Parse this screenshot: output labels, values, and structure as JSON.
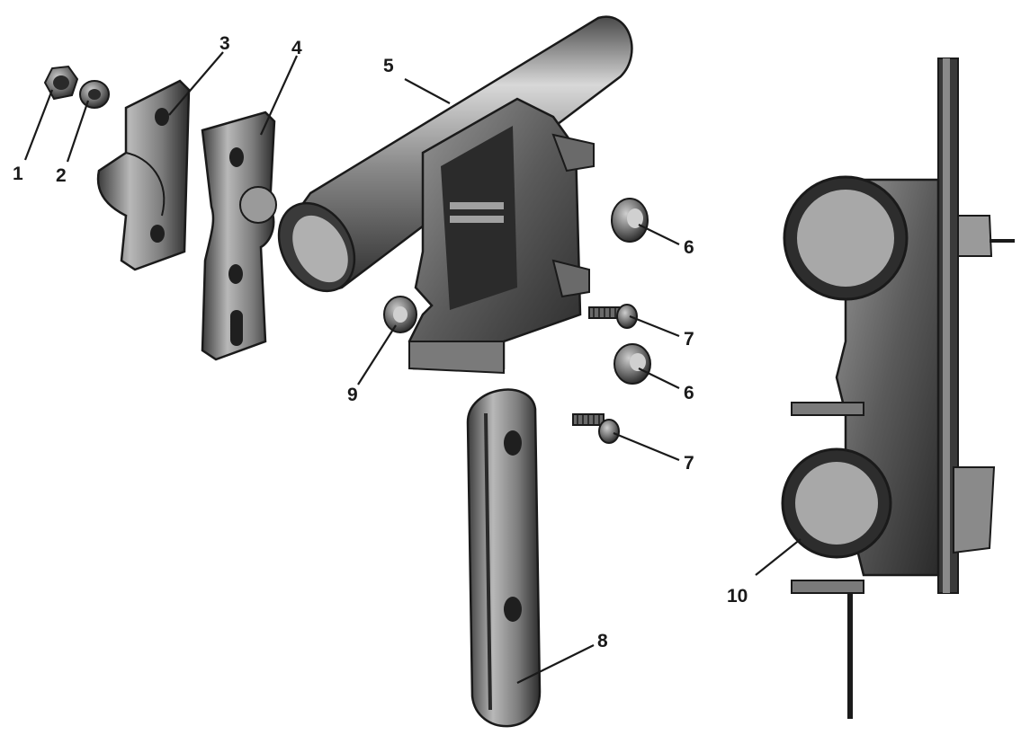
{
  "callouts": [
    {
      "id": "p1",
      "text": "1"
    },
    {
      "id": "p2",
      "text": "2"
    },
    {
      "id": "p3",
      "text": "3"
    },
    {
      "id": "p4",
      "text": "4"
    },
    {
      "id": "p5",
      "text": "5"
    },
    {
      "id": "p6a",
      "text": "6"
    },
    {
      "id": "p6b",
      "text": "6"
    },
    {
      "id": "p7a",
      "text": "7"
    },
    {
      "id": "p7b",
      "text": "7"
    },
    {
      "id": "p8",
      "text": "8"
    },
    {
      "id": "p9",
      "text": "9"
    },
    {
      "id": "p10",
      "text": "10"
    }
  ],
  "colors": {
    "ink": "#1a1a1a",
    "metal_dark": "#3a3a3a",
    "metal_mid": "#7a7a7a",
    "metal_light": "#bdbdbd",
    "cut_face": "#a8a8a8"
  }
}
